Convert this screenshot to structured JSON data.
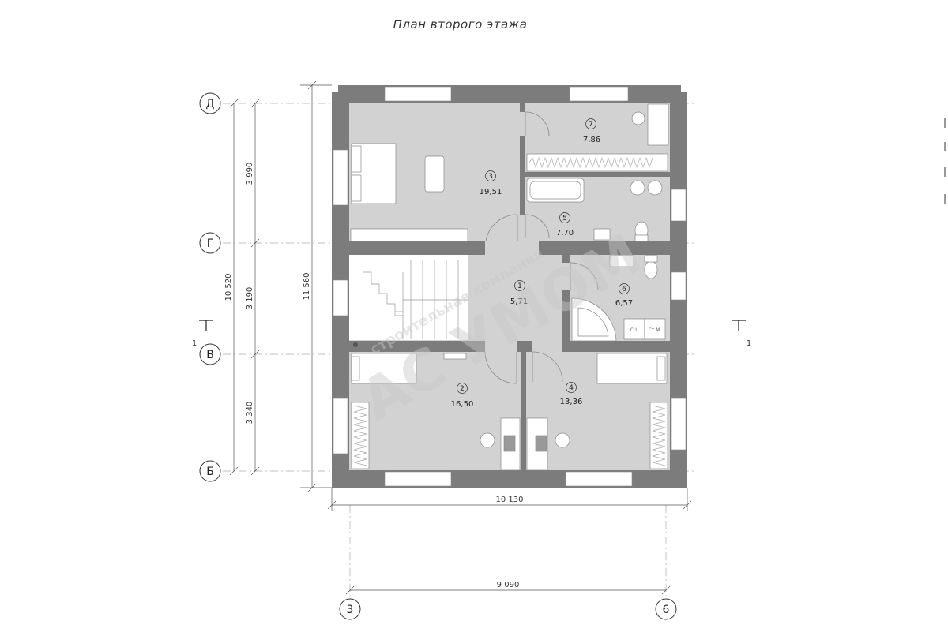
{
  "title": "План второго этажа",
  "axes": {
    "rows": [
      "Д",
      "Г",
      "В",
      "Б"
    ],
    "cols": [
      "3",
      "6"
    ]
  },
  "section_mark": "1",
  "dimensions": {
    "d_g": "3 990",
    "g_v": "3 190",
    "v_b": "3 340",
    "axes_total": "10 520",
    "overall_height": "11 560",
    "overall_width": "10 130",
    "axes_width": "9 090"
  },
  "rooms": [
    {
      "number": "1",
      "area": "5,71"
    },
    {
      "number": "2",
      "area": "16,50"
    },
    {
      "number": "3",
      "area": "19,51"
    },
    {
      "number": "4",
      "area": "13,36"
    },
    {
      "number": "5",
      "area": "7,70"
    },
    {
      "number": "6",
      "area": "6,57"
    },
    {
      "number": "7",
      "area": "7,86"
    }
  ],
  "appliances": {
    "dryer": "СШ",
    "washer": "Ст.М."
  },
  "watermark": {
    "brand": "АС УМОМ",
    "tagline": "строительная компания"
  },
  "colors": {
    "floor": "#d2d2d2",
    "wall": "#7c7c7c",
    "wall_inner": "#8a8a8a"
  }
}
